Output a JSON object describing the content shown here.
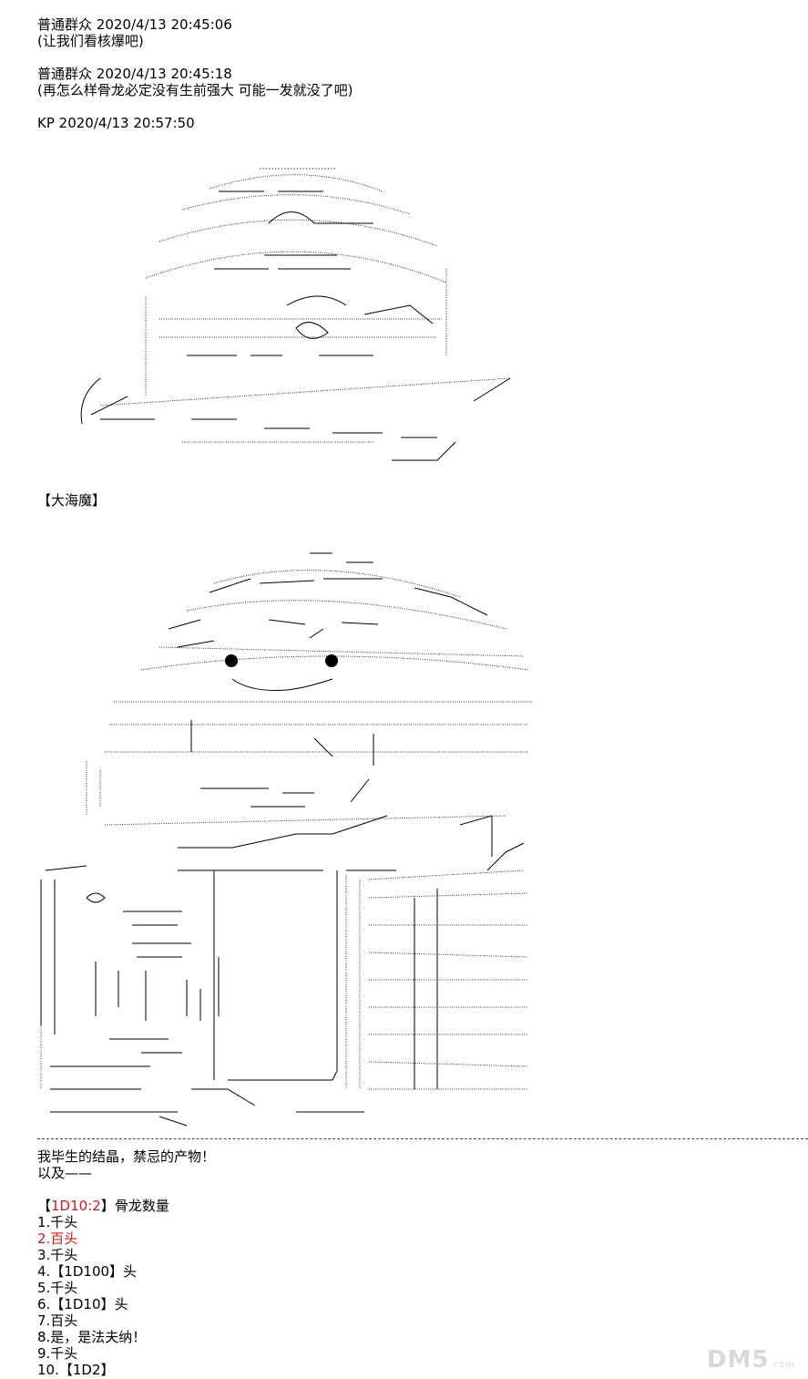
{
  "messages": [
    {
      "author": "普通群众",
      "time": "2020/4/13 20:45:06",
      "text": "(让我们看核爆吧)"
    },
    {
      "author": "普通群众",
      "time": "2020/4/13 20:45:18",
      "text": "(再怎么样骨龙必定没有生前强大 可能一发就没了吧)"
    },
    {
      "author": "KP",
      "time": "2020/4/13 20:57:50"
    }
  ],
  "label_monster": "【大海魔】",
  "narration": [
    "我毕生的结晶，禁忌的产物！",
    "以及——"
  ],
  "roll": {
    "open": "【",
    "dice": "1D10:2",
    "close": "】",
    "title": "骨龙数量"
  },
  "options": [
    "1.千头",
    "2.百头",
    "3.千头",
    "4.【1D100】头",
    "5.千头",
    "6.【1D10】头",
    "7.百头",
    "8.是，是法夫纳！",
    "9.千头",
    "10.【1D2】"
  ],
  "highlight_index": 2,
  "colors": {
    "highlight": "#d11a1a"
  },
  "watermark": {
    "text": "DM5",
    "sub": ".com"
  }
}
